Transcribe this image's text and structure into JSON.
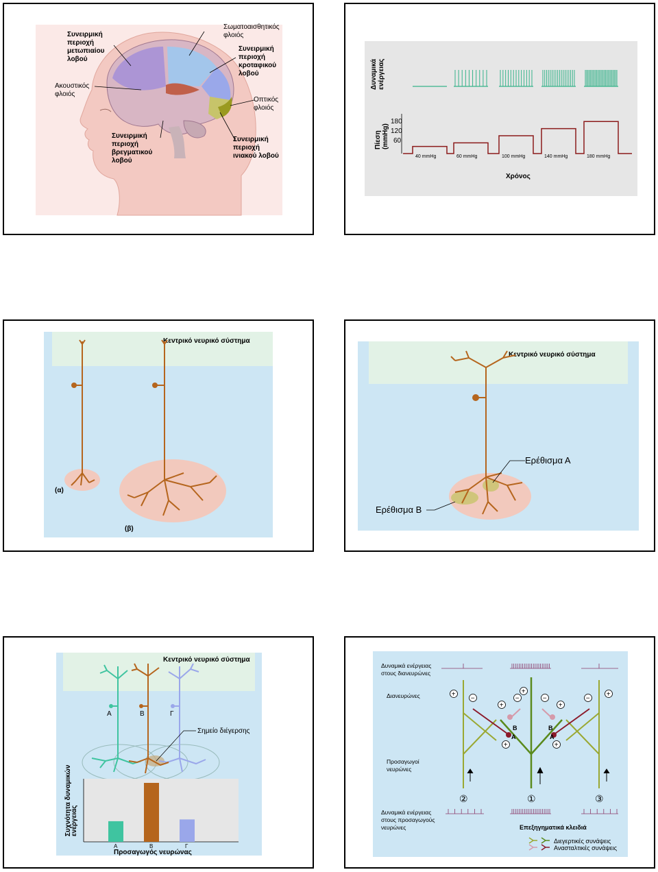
{
  "slide1": {
    "labels": {
      "frontal": [
        "Συνειρμική",
        "περιοχή",
        "μετωπιαίου",
        "λοβού"
      ],
      "auditory": [
        "Ακουστικός",
        "φλοιός"
      ],
      "somatosensory": [
        "Σωματοαισθητικός",
        "φλοιός"
      ],
      "temporal": [
        "Συνειρμική",
        "περιοχή",
        "κροταφικού",
        "λοβού"
      ],
      "visual": [
        "Οπτικός",
        "φλοιός"
      ],
      "parietal": [
        "Συνειρμική",
        "περιοχή",
        "βρεγματικού",
        "λοβού"
      ],
      "occipital": [
        "Συνειρμική",
        "περιοχή",
        "ινιακού λοβού"
      ]
    }
  },
  "slide2": {
    "ylabel_top": [
      "Δυναμικά",
      "ενέργειας"
    ],
    "ylabel_bottom": [
      "Πίεση",
      "(mmHg)"
    ],
    "pressure_ticks": [
      "180",
      "120",
      "60"
    ],
    "xlabel": "Χρόνος",
    "pressures": [
      {
        "label": "40 mmHg",
        "value": 40,
        "spikes": 0
      },
      {
        "label": "60 mmHg",
        "value": 60,
        "spikes": 10
      },
      {
        "label": "100 mmHg",
        "value": 100,
        "spikes": 13
      },
      {
        "label": "140 mmHg",
        "value": 140,
        "spikes": 18
      },
      {
        "label": "180 mmHg",
        "value": 180,
        "spikes": 26
      }
    ],
    "colors": {
      "spike": "#36b38a",
      "pressure": "#8b1a1a"
    }
  },
  "slide3": {
    "title": "Κεντρικό νευρικό σύστημα",
    "label_a": "(α)",
    "label_b": "(β)"
  },
  "slide4": {
    "title": "Κεντρικό νευρικό σύστημα",
    "stim_a": "Ερέθισμα Α",
    "stim_b": "Ερέθισμα Β"
  },
  "slide5": {
    "title": "Κεντρικό νευρικό σύστημα",
    "neurons": [
      "Α",
      "Β",
      "Γ"
    ],
    "point_label": "Σημείο διέγερσης",
    "ylabel": [
      "Συχνότητα δυναμικών",
      "ενέργειας"
    ],
    "xlabel": "Προσαγωγός νευρώνας",
    "bars": [
      {
        "label": "Α",
        "value": 0.35,
        "color": "#3fc4a0"
      },
      {
        "label": "Β",
        "value": 1.0,
        "color": "#b5651d"
      },
      {
        "label": "Γ",
        "value": 0.38,
        "color": "#9aa7ea"
      }
    ]
  },
  "slide6": {
    "top_label": [
      "Δυναμικά ενέργειας",
      "στους διανευρώνες"
    ],
    "inter_label": "Διανευρώνες",
    "aff_label": [
      "Προσαγωγοί",
      "νευρώνες"
    ],
    "bottom_label": [
      "Δυναμικά ενέργειας",
      "στους προσαγωγούς",
      "νευρώνες"
    ],
    "nums": [
      "②",
      "①",
      "③"
    ],
    "letters": [
      "Β",
      "Β",
      "Α",
      "Α"
    ],
    "plus": "+",
    "minus": "−",
    "key_title": "Επεξηγηματικά κλειδιά",
    "key_exc": "Διεγερτικές συνάψεις",
    "key_inh": "Ανασταλτικές συνάψεις"
  }
}
